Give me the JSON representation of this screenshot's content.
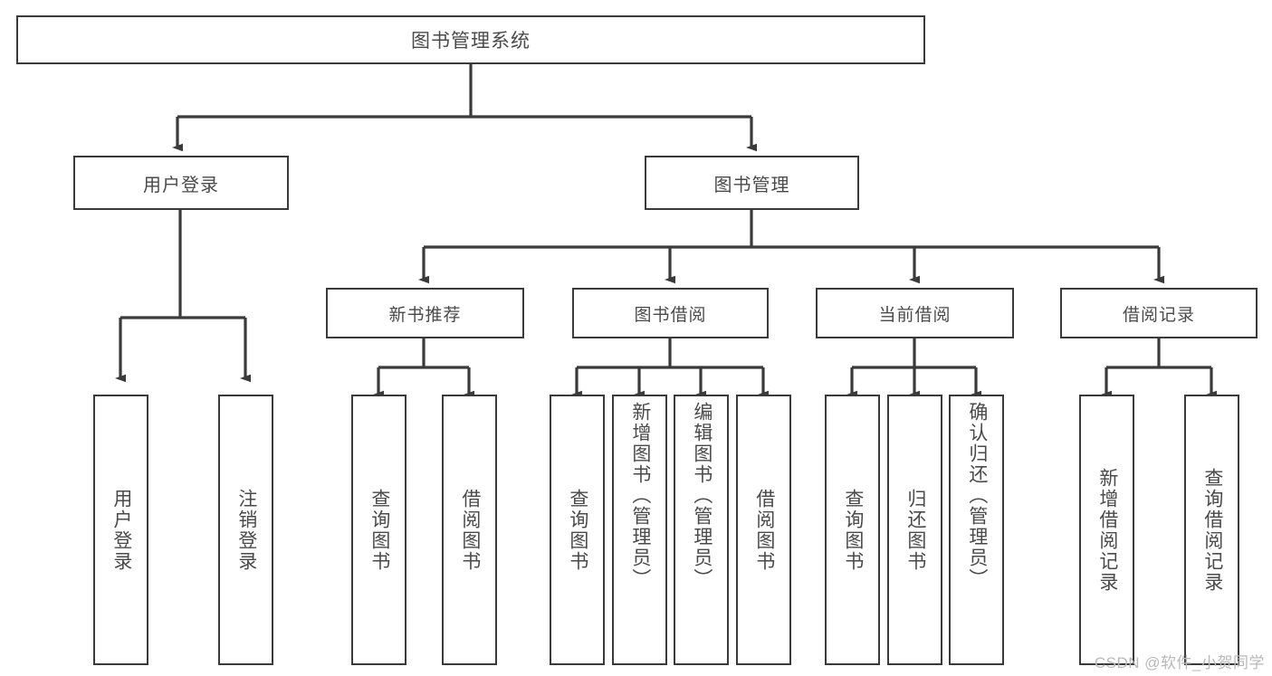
{
  "diagram": {
    "title": "图书管理系统",
    "type": "hierarchy-tree",
    "watermark": "CSDN @软件_小贺同学",
    "colors": {
      "background": "#ffffff",
      "box_border": "#3a3a3a",
      "box_fill": "#ffffff",
      "text": "#4a4a4a",
      "connector": "#3a3a3a",
      "watermark": "#b9b9b9"
    },
    "nodes": {
      "root": {
        "label": "图书管理系统"
      },
      "level2": [
        {
          "label": "用户登录"
        },
        {
          "label": "图书管理"
        }
      ],
      "level3": [
        {
          "label": "新书推荐"
        },
        {
          "label": "图书借阅"
        },
        {
          "label": "当前借阅"
        },
        {
          "label": "借阅记录"
        }
      ],
      "leaves": [
        {
          "label": "用户登录",
          "parent": "用户登录"
        },
        {
          "label": "注销登录",
          "parent": "用户登录"
        },
        {
          "label": "查询图书",
          "parent": "新书推荐"
        },
        {
          "label": "借阅图书",
          "parent": "新书推荐"
        },
        {
          "label": "查询图书",
          "parent": "图书借阅"
        },
        {
          "label": "新增图书（管理员）",
          "parent": "图书借阅"
        },
        {
          "label": "编辑图书（管理员）",
          "parent": "图书借阅"
        },
        {
          "label": "借阅图书",
          "parent": "图书借阅"
        },
        {
          "label": "查询图书",
          "parent": "当前借阅"
        },
        {
          "label": "归还图书",
          "parent": "当前借阅"
        },
        {
          "label": "确认归还（管理员）",
          "parent": "当前借阅"
        },
        {
          "label": "新增借阅记录",
          "parent": "借阅记录"
        },
        {
          "label": "查询借阅记录",
          "parent": "借阅记录"
        }
      ]
    }
  }
}
